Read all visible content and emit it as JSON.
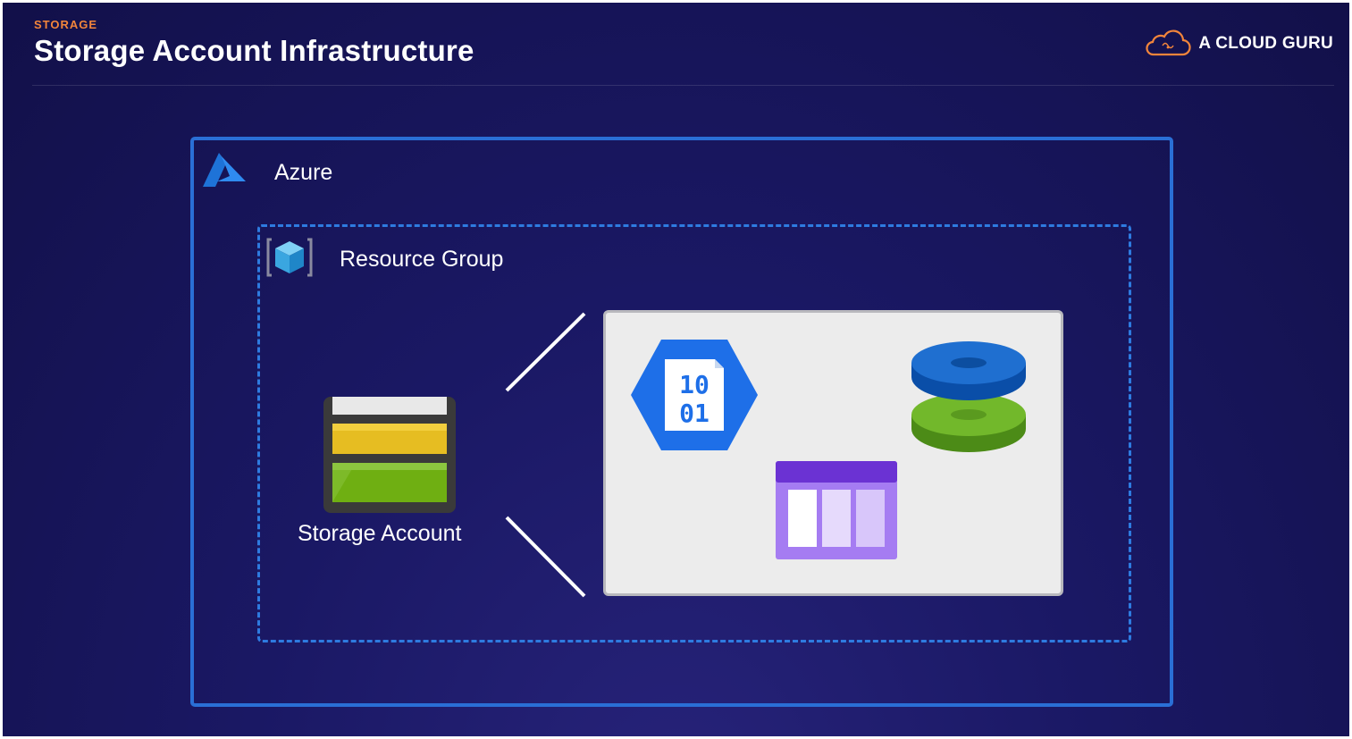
{
  "header": {
    "eyebrow": "STORAGE",
    "title": "Storage Account Infrastructure"
  },
  "brand": {
    "name": "A CLOUD GURU",
    "icon": "cloud-logo-icon"
  },
  "diagram": {
    "azure_label": "Azure",
    "resource_group_label": "Resource Group",
    "storage_account_label": "Storage Account",
    "blob_icon_text": [
      "10",
      "01"
    ],
    "services": [
      "blob-storage-icon",
      "disk-storage-icon",
      "table-storage-icon"
    ]
  },
  "colors": {
    "background": "#151356",
    "eyebrow": "#f2853b",
    "azure_border": "#2a6fd6",
    "resource_group_border": "#2e7be0",
    "services_panel": "#ececec"
  }
}
